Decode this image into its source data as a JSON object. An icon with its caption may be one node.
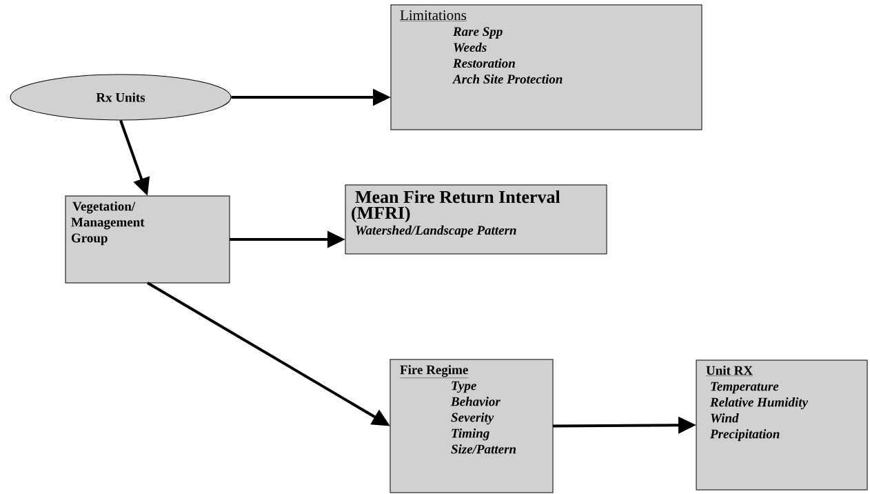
{
  "diagram": {
    "nodes": [
      {
        "text": [
          "Rx Units"
        ]
      },
      {
        "text": [
          "Limitations",
          "Rare Spp",
          "Weeds",
          "Restoration",
          "Arch Site Protection"
        ]
      },
      {
        "text": [
          "Vegetation/ Management Group"
        ]
      },
      {
        "text": [
          "Mean Fire Return Interval (MFRI)",
          "Watershed/Landscape Pattern"
        ]
      },
      {
        "text": [
          "Fire Regime",
          "Type",
          "Behavior",
          "Severity",
          "Timing",
          "Size/Pattern"
        ]
      },
      {
        "text": [
          "Unit RX",
          "Temperature",
          "Relative Humidity",
          "Wind",
          "Precipitation"
        ]
      }
    ],
    "edges": [
      {
        "from": 0,
        "to": 1,
        "arrow": "to"
      },
      {
        "from": 0,
        "to": 2,
        "arrow": "to"
      },
      {
        "from": 2,
        "to": 3,
        "arrow": "to"
      },
      {
        "from": 2,
        "to": 4,
        "arrow": "to"
      },
      {
        "from": 4,
        "to": 5,
        "arrow": "to"
      }
    ]
  }
}
